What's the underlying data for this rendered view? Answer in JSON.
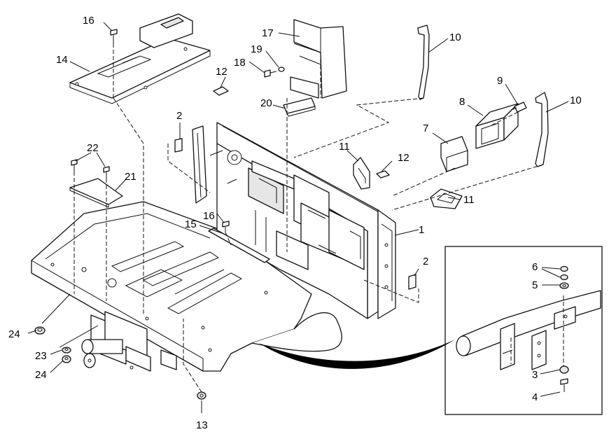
{
  "callouts": [
    {
      "id": "c1",
      "text": "1"
    },
    {
      "id": "c2a",
      "text": "2"
    },
    {
      "id": "c2b",
      "text": "2"
    },
    {
      "id": "c3",
      "text": "3"
    },
    {
      "id": "c4",
      "text": "4"
    },
    {
      "id": "c5",
      "text": "5"
    },
    {
      "id": "c6",
      "text": "6"
    },
    {
      "id": "c7",
      "text": "7"
    },
    {
      "id": "c8",
      "text": "8"
    },
    {
      "id": "c9",
      "text": "9"
    },
    {
      "id": "c10a",
      "text": "10"
    },
    {
      "id": "c10b",
      "text": "10"
    },
    {
      "id": "c11a",
      "text": "11"
    },
    {
      "id": "c11b",
      "text": "11"
    },
    {
      "id": "c12a",
      "text": "12"
    },
    {
      "id": "c12b",
      "text": "12"
    },
    {
      "id": "c13",
      "text": "13"
    },
    {
      "id": "c14",
      "text": "14"
    },
    {
      "id": "c15",
      "text": "15"
    },
    {
      "id": "c16a",
      "text": "16"
    },
    {
      "id": "c16b",
      "text": "16"
    },
    {
      "id": "c17",
      "text": "17"
    },
    {
      "id": "c18",
      "text": "18"
    },
    {
      "id": "c19",
      "text": "19"
    },
    {
      "id": "c20",
      "text": "20"
    },
    {
      "id": "c21",
      "text": "21"
    },
    {
      "id": "c22",
      "text": "22"
    },
    {
      "id": "c23",
      "text": "23"
    },
    {
      "id": "c24a",
      "text": "24"
    },
    {
      "id": "c24b",
      "text": "24"
    }
  ]
}
